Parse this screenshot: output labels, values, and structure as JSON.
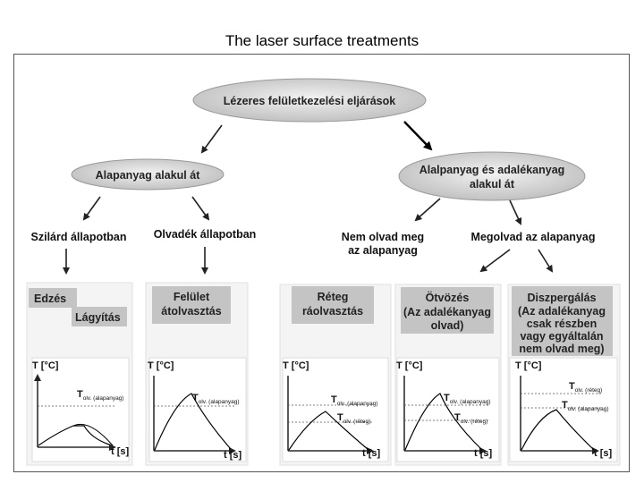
{
  "page_title": "The laser surface treatments",
  "root": "Lézeres felületkezelési eljárások",
  "left_branch": "Alapanyag alakul át",
  "right_branch": [
    "Alalpanyag és adalékanyag",
    "alakul át"
  ],
  "left_sub": [
    "Szilárd állapotban",
    "Olvadék állapotban"
  ],
  "right_sub_a": [
    "Nem olvad meg",
    "az alapanyag"
  ],
  "right_sub_b": "Megolvad az alapanyag",
  "panels": [
    {
      "labels": [
        "Edzés",
        "Lágyítás"
      ],
      "temps": [
        {
          "main": "T",
          "sub": "olv. (alapanyag)"
        }
      ]
    },
    {
      "labels": [
        "Felület",
        "átolvasztás"
      ],
      "temps": [
        {
          "main": "T",
          "sub": "olv. (alapanyag)"
        }
      ]
    },
    {
      "labels": [
        "Réteg",
        "ráolvasztás"
      ],
      "temps": [
        {
          "main": "T",
          "sub": "olv. (alapanyag)"
        },
        {
          "main": "T",
          "sub": "olv. (réteg)"
        }
      ]
    },
    {
      "labels": [
        "Ötvözés",
        "(Az adalékanyag",
        "olvad)"
      ],
      "temps": [
        {
          "main": "T",
          "sub": "olv. (alapanyag)"
        },
        {
          "main": "T",
          "sub": "olv. (réteg)"
        }
      ]
    },
    {
      "labels": [
        "Diszpergálás",
        "(Az adalékanyag",
        "csak részben",
        "vagy egyáltalán",
        "nem olvad meg)"
      ],
      "temps": [
        {
          "main": "T",
          "sub": "olv. (réteg)"
        },
        {
          "main": "T",
          "sub": "olv. (alapanyag)"
        }
      ]
    }
  ],
  "axis": {
    "y": "T [°C]",
    "x": "t [s]"
  }
}
